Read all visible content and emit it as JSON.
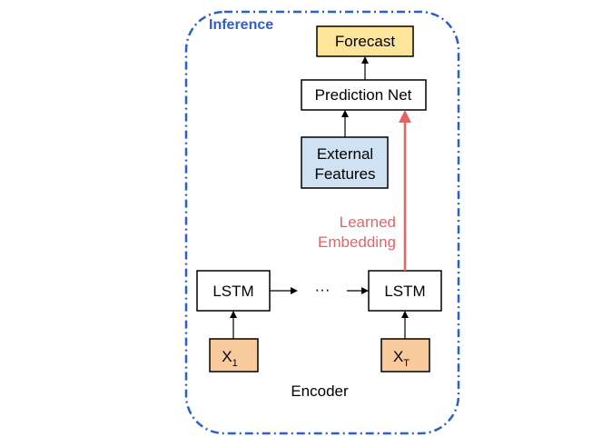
{
  "title": "Inference",
  "nodes": {
    "forecast": "Forecast",
    "prediction_net": "Prediction Net",
    "external_features_line1": "External",
    "external_features_line2": "Features",
    "lstm_first": "LSTM",
    "lstm_last": "LSTM",
    "ellipsis": "···",
    "x_first_base": "X",
    "x_first_sub": "1",
    "x_last_base": "X",
    "x_last_sub": "T"
  },
  "labels": {
    "embedding_line1": "Learned",
    "embedding_line2": "Embedding",
    "encoder": "Encoder"
  },
  "colors": {
    "frame": "#2e5fc4",
    "forecast_fill": "#ffe599",
    "features_fill": "#cfe2f3",
    "input_fill": "#f9cb9c",
    "embedding_arrow": "#e06666"
  }
}
